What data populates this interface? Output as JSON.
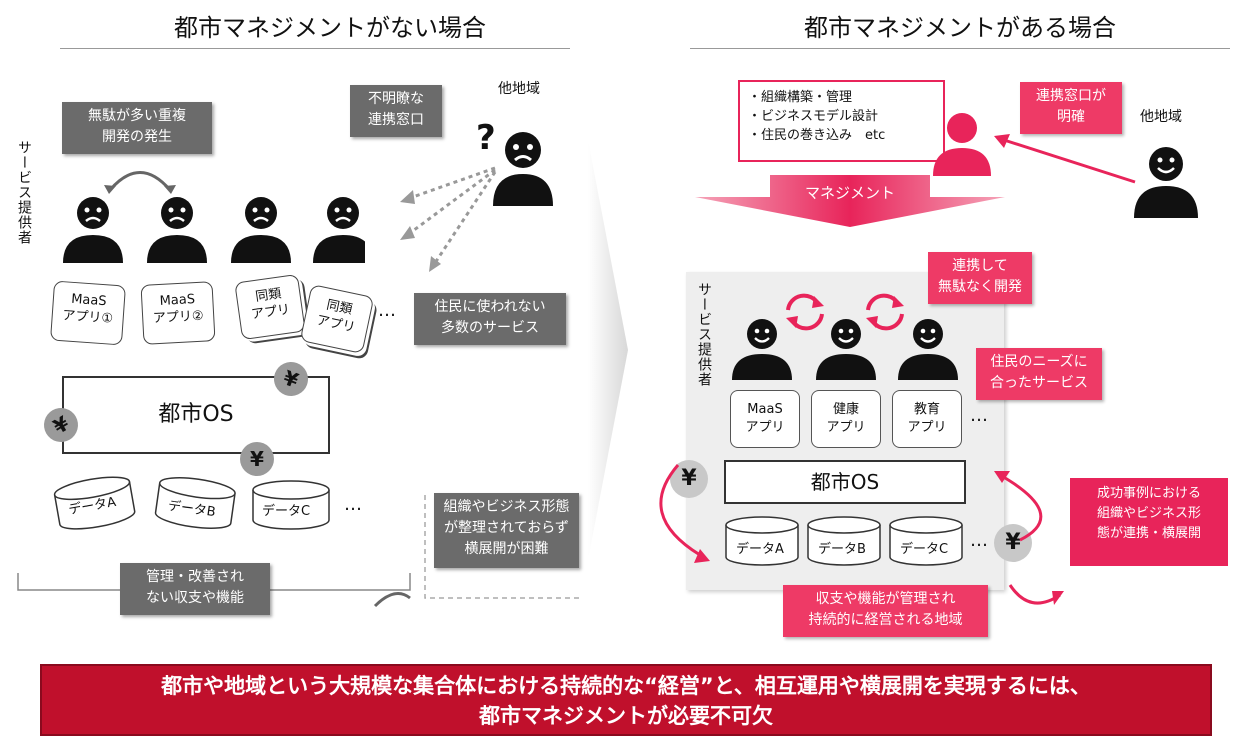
{
  "left": {
    "title": "都市マネジメントがない場合",
    "side_label": "サービス提供者",
    "other_region": "他地域",
    "box_duplicate": "無駄が多い重複\n開発の発生",
    "box_unclear": "不明瞭な\n連携窓口",
    "apps": [
      "MaaS\nアプリ①",
      "MaaS\nアプリ②",
      "同類\nアプリ",
      "同類\nアプリ"
    ],
    "box_unused": "住民に使われない\n多数のサービス",
    "os_label": "都市OS",
    "data": [
      "データA",
      "データB",
      "データC"
    ],
    "box_finance": "管理・改善され\nない収支や機能",
    "box_no_deploy": "組織やビジネス形態\nが整理されておらず\n横展開が困難",
    "yen": "¥",
    "question": "?",
    "ellipsis": "…"
  },
  "right": {
    "title": "都市マネジメントがある場合",
    "list": [
      "・組織構築・管理",
      "・ビジネスモデル設計",
      "・住民の巻き込み　etc"
    ],
    "box_clear": "連携窓口が\n明確",
    "other_region": "他地域",
    "management_label": "マネジメント",
    "side_label": "サービス提供者",
    "box_cooperate": "連携して\n無駄なく開発",
    "box_needs": "住民のニーズに\n合ったサービス",
    "apps": [
      "MaaS\nアプリ",
      "健康\nアプリ",
      "教育\nアプリ"
    ],
    "os_label": "都市OS",
    "data": [
      "データA",
      "データB",
      "データC"
    ],
    "box_success": "成功事例における\n組織やビジネス形\n態が連携・横展開",
    "box_sustain": "収支や機能が管理され\n持続的に経営される地域",
    "yen": "¥",
    "ellipsis": "…"
  },
  "banner": {
    "line1": "都市や地域という大規模な集合体における持続的な“経営”と、相互運用や横展開を実現するには、",
    "line2": "都市マネジメントが必要不可欠"
  },
  "colors": {
    "accent": "#e8245a",
    "banner": "#c0102c",
    "gray": "#6b6b6b"
  }
}
